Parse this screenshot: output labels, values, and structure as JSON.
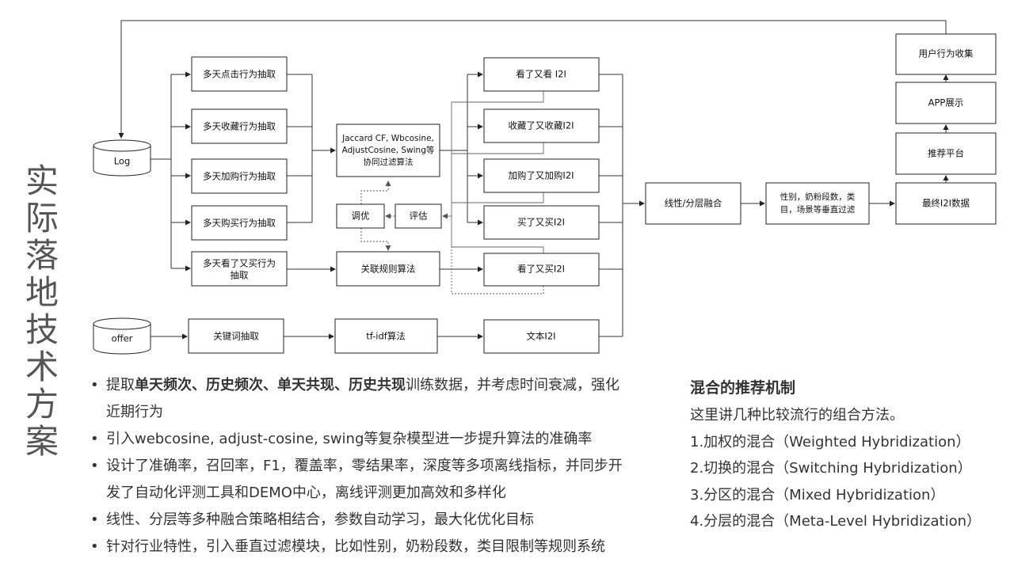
{
  "side_title": "实际落地技术方案",
  "diagram": {
    "log": "Log",
    "offer": "offer",
    "extract": [
      "多天点击行为抽取",
      "多天收藏行为抽取",
      "多天加购行为抽取",
      "多天购买行为抽取"
    ],
    "extract5": [
      "多天看了又买行为",
      "抽取"
    ],
    "cf": [
      "Jaccard CF, Wbcosine,",
      "AdjustCosine, Swing等",
      "协同过滤算法"
    ],
    "tune": "调优",
    "evaluate": "评估",
    "assoc": "关联规则算法",
    "keyword": "关键词抽取",
    "tfidf": "tf-idf算法",
    "i2i": [
      "看了又看 I2I",
      "收藏了又收藏I2I",
      "加购了又加购I2I",
      "买了又买I2I",
      "看了又买I2I"
    ],
    "text_i2i": "文本I2I",
    "fusion": "线性/分层融合",
    "filter": [
      "性别，奶粉段数，类",
      "目，场景等垂直过滤"
    ],
    "final": "最终I2I数据",
    "platform": "推荐平台",
    "app": "APP展示",
    "collect": "用户行为收集"
  },
  "bullets": [
    {
      "pre": "提取",
      "bold": "单天频次、历史频次、单天共现、历史共现",
      "post": "训练数据，并考虑时间衰减，强化",
      "line2": "近期行为"
    },
    {
      "text": "引入webcosine, adjust-cosine, swing等复杂模型进一步提升算法的准确率"
    },
    {
      "text": "设计了准确率，召回率，F1，覆盖率，零结果率，深度等多项离线指标，并同步开",
      "line2": "发了自动化评测工具和DEMO中心，离线评测更加高效和多样化"
    },
    {
      "text": "线性、分层等多种融合策略相结合，参数自动学习，最大化优化目标"
    },
    {
      "text": "针对行业特性，引入垂直过滤模块，比如性别，奶粉段数，类目限制等规则系统"
    }
  ],
  "hybrid": {
    "title": "混合的推荐机制",
    "intro": "这里讲几种比较流行的组合方法。",
    "items": [
      "1.加权的混合（Weighted Hybridization）",
      "2.切换的混合（Switching Hybridization）",
      "3.分区的混合（Mixed Hybridization）",
      "4.分层的混合（Meta-Level Hybridization）"
    ]
  }
}
